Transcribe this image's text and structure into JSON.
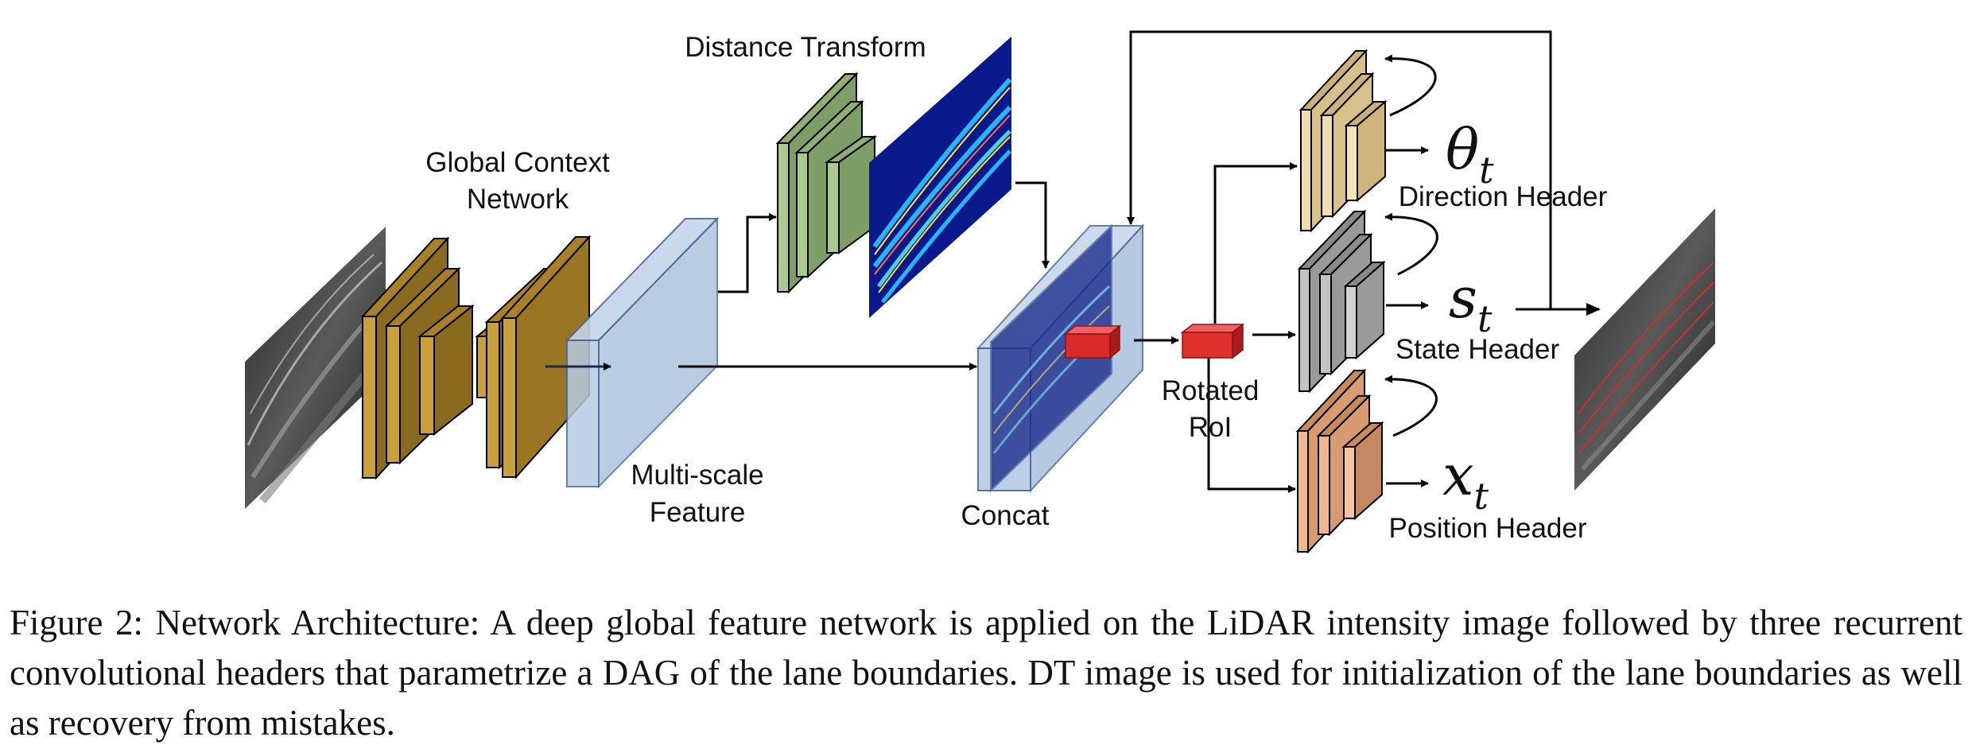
{
  "labels": {
    "distance_transform": "Distance Transform",
    "global_context_line1": "Global Context",
    "global_context_line2": "Network",
    "multiscale_line1": "Multi-scale",
    "multiscale_line2": "Feature",
    "concat": "Concat",
    "rotated_roi_line1": "Rotated",
    "rotated_roi_line2": "RoI",
    "direction_header": "Direction Header",
    "state_header": "State Header",
    "position_header": "Position Header"
  },
  "symbols": {
    "theta": {
      "base": "θ",
      "sub": "t"
    },
    "state": {
      "base": "s",
      "sub": "t"
    },
    "position": {
      "base": "x",
      "sub": "t"
    }
  },
  "caption": {
    "label": "Figure 2:",
    "text": "Network Architecture: A deep global feature network is applied on the LiDAR intensity image followed by three recurrent convolutional headers that parametrize a DAG of the lane boundaries. DT image is used for initialization of the lane boundaries as well as recovery from mistakes."
  },
  "colors": {
    "gold": "#c9a13c",
    "blue_feature": "#a9c0dc",
    "green": "#a9c98f",
    "tan": "#e8d3a0",
    "gray": "#a8a8a8",
    "peach": "#e8b08a",
    "roi_red": "#e0302c",
    "dt_background": "#0a1a8c"
  }
}
